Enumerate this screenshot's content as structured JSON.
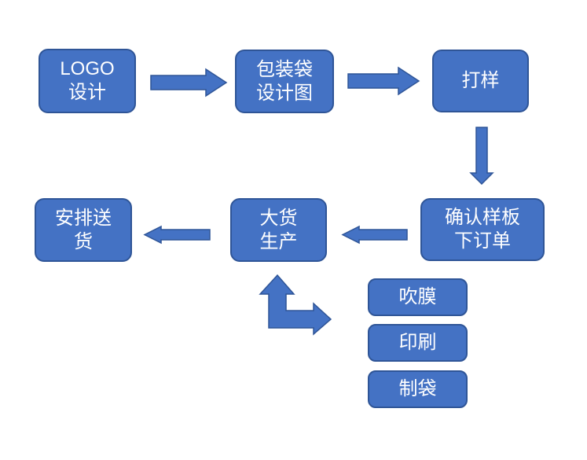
{
  "palette": {
    "node_fill": "#4472C4",
    "node_border": "#2F5597",
    "text_color": "#FFFFFF",
    "background": "#FFFFFF"
  },
  "diagram": {
    "type": "flowchart",
    "nodes": {
      "logo_design": {
        "lines": [
          "LOGO",
          "设计"
        ]
      },
      "bag_design": {
        "lines": [
          "包装袋",
          "设计图"
        ]
      },
      "proofing": {
        "lines": [
          "打样"
        ]
      },
      "confirm_order": {
        "lines": [
          "确认样板",
          "下订单"
        ]
      },
      "mass_production": {
        "lines": [
          "大货",
          "生产"
        ]
      },
      "delivery": {
        "lines": [
          "安排送",
          "货"
        ]
      },
      "film_blowing": {
        "lines": [
          "吹膜"
        ]
      },
      "printing": {
        "lines": [
          "印刷"
        ]
      },
      "bag_making": {
        "lines": [
          "制袋"
        ]
      }
    },
    "arrows": [
      {
        "name": "logo-design-to-bag-design",
        "direction": "right"
      },
      {
        "name": "bag-design-to-proofing",
        "direction": "right"
      },
      {
        "name": "proofing-to-confirm-order",
        "direction": "down"
      },
      {
        "name": "confirm-order-to-mass-production",
        "direction": "left"
      },
      {
        "name": "mass-production-to-delivery",
        "direction": "left"
      },
      {
        "name": "substeps-to-mass-production",
        "direction": "up-and-right"
      }
    ]
  }
}
